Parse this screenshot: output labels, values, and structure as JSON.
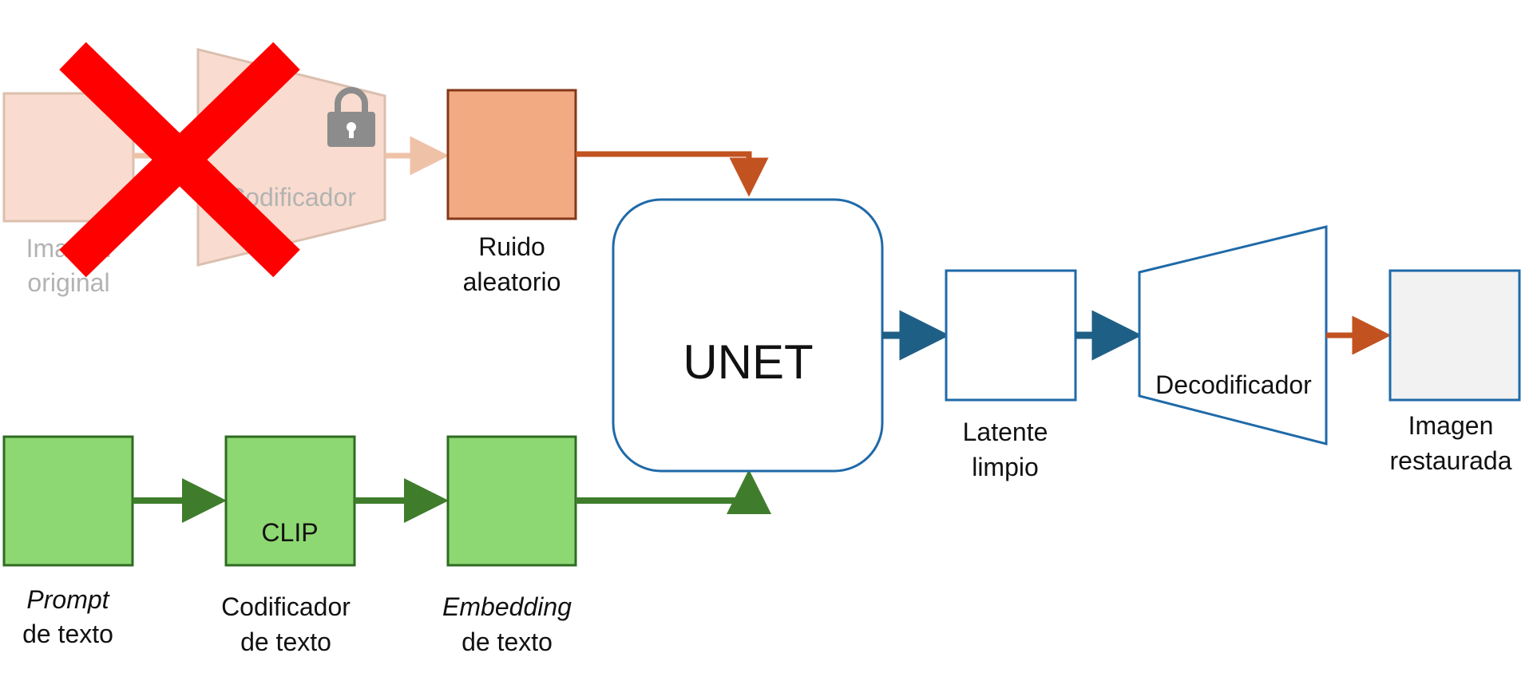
{
  "colors": {
    "faded_fill": "#f9dccf",
    "faded_stroke": "#dbbfae",
    "noise_fill": "#f2aa83",
    "noise_stroke": "#84381a",
    "green_fill": "#8dd872",
    "green_stroke": "#2f6b23",
    "green_arrow": "#3f7d2c",
    "orange_arrow": "#c25220",
    "faded_arrow": "#efc2a8",
    "blue_stroke": "#1f6aa8",
    "blue_arrow": "#1e5f86",
    "restored_fill": "#f2f2f2",
    "cross": "#ff0000",
    "lock": "#8c8c8c"
  },
  "removed_branch": {
    "image_label": [
      "Imagen",
      "original"
    ],
    "encoder_label": "Codificador",
    "lock_icon": "lock-icon",
    "cross_icon": "red-x-cross-icon"
  },
  "noise": {
    "label": [
      "Ruido",
      "aleatorio"
    ]
  },
  "text_branch": {
    "prompt": {
      "line1": "Prompt",
      "line2": "de texto"
    },
    "encoder": {
      "inner": "CLIP",
      "line1": "Codificador",
      "line2": "de texto"
    },
    "embedding": {
      "line1": "Embedding",
      "line2": "de texto"
    }
  },
  "unet": {
    "label": "UNET"
  },
  "latent": {
    "label": [
      "Latente",
      "limpio"
    ]
  },
  "decoder": {
    "label": "Decodificador"
  },
  "output": {
    "label": [
      "Imagen",
      "restaurada"
    ]
  }
}
